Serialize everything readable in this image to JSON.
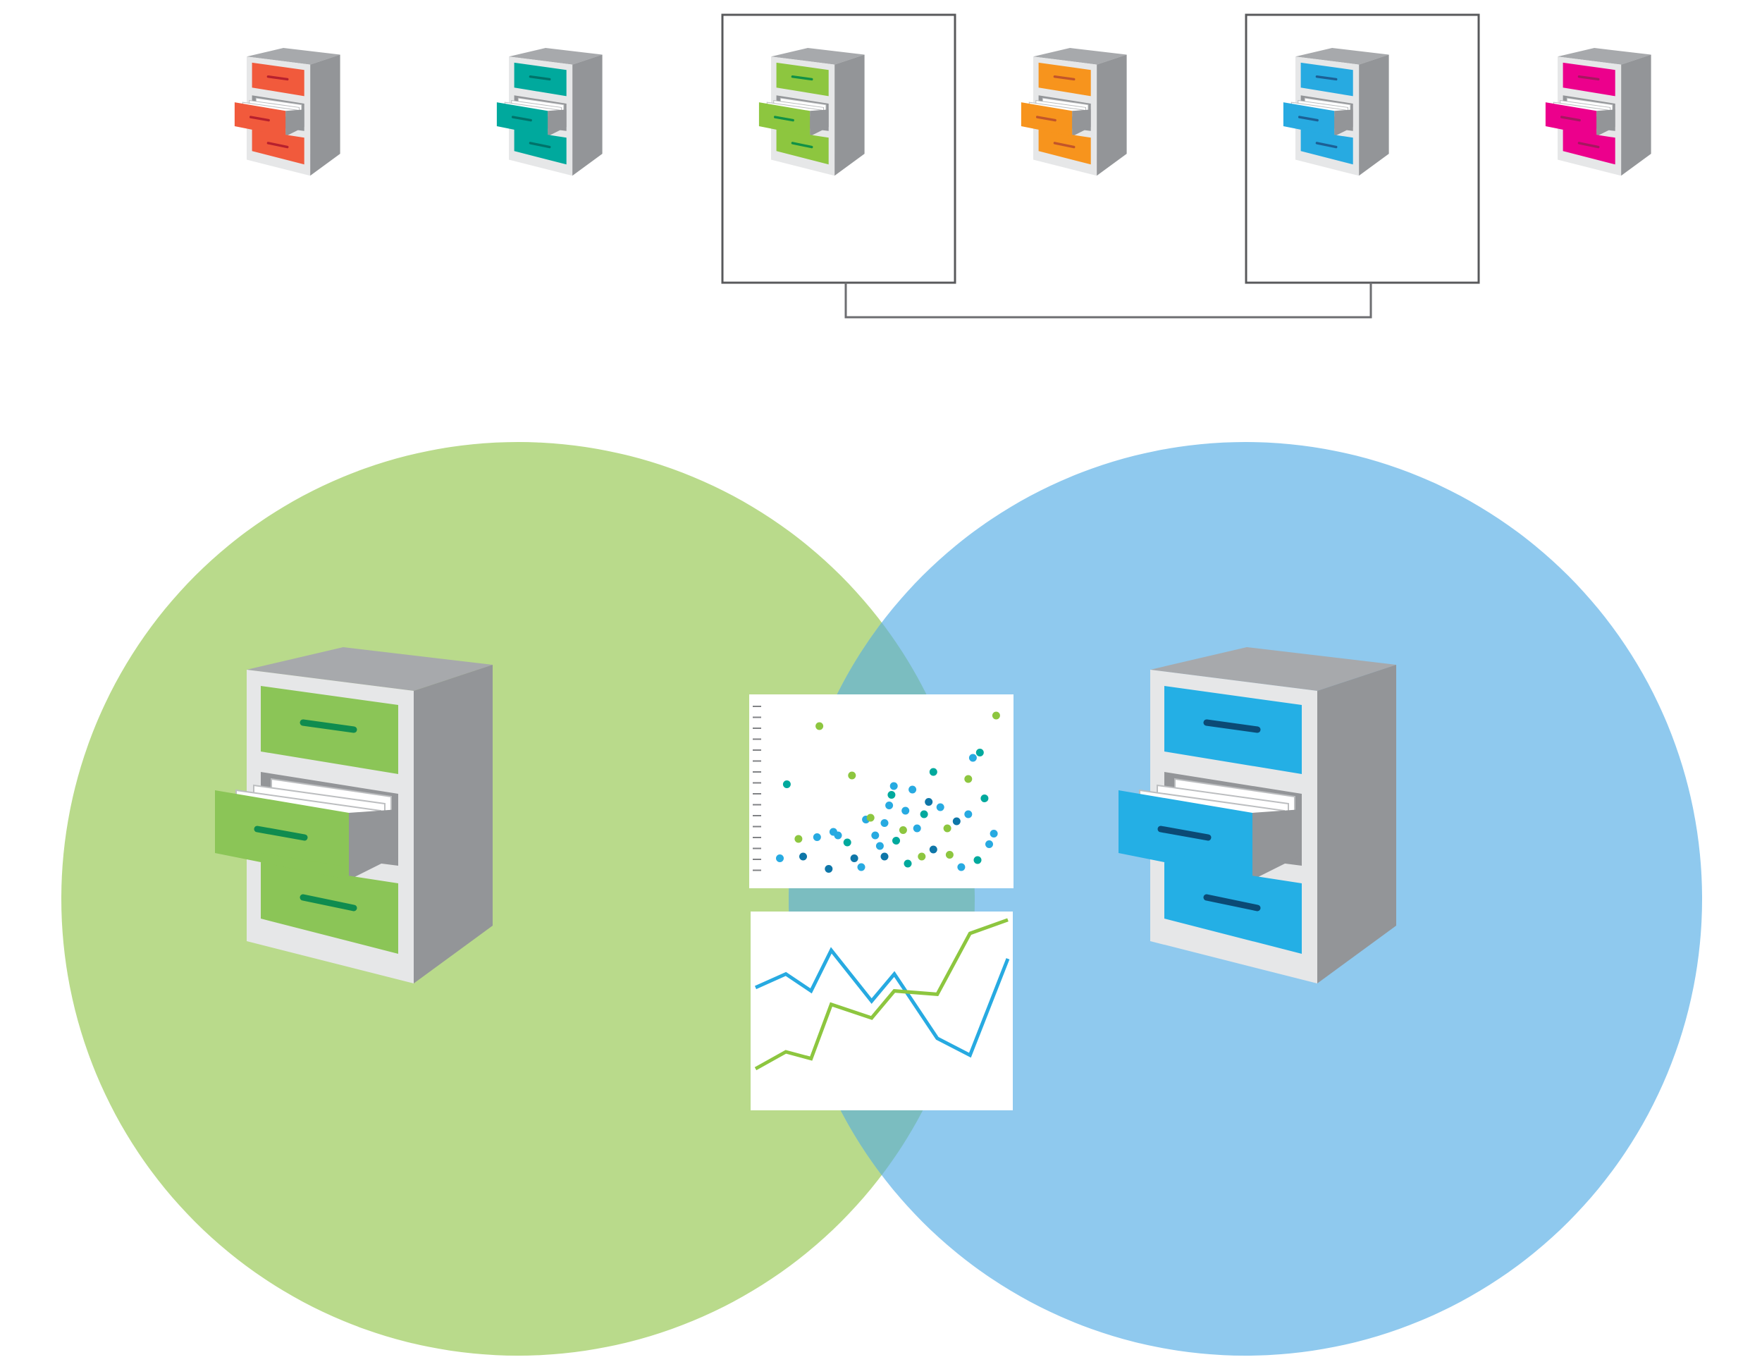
{
  "colors": {
    "background": "#ffffff",
    "cabinet_body": "#e6e7e8",
    "cabinet_top": "#a7a9ac",
    "cabinet_side": "#939598",
    "cabinet_slot": "#939598",
    "paper": "#ffffff",
    "paper_edge": "#bcbec0",
    "selection_frame": "#58595b",
    "connector": "#6d6e71",
    "circle_left": "#b9da8b",
    "circle_right": "#8fc9ee",
    "overlap": "#7bbdc0",
    "chart_background": "#ffffff",
    "tick_marks": "#808285"
  },
  "diagram": {
    "top_row": [
      {
        "name": "red-cabinet",
        "drawer": "#f15a3c",
        "handle": "#b7202e",
        "selected": false
      },
      {
        "name": "teal-cabinet",
        "drawer": "#00a99d",
        "handle": "#00736a",
        "selected": false
      },
      {
        "name": "green-cabinet",
        "drawer": "#8dc63f",
        "handle": "#109146",
        "selected": true
      },
      {
        "name": "orange-cabinet",
        "drawer": "#f7941d",
        "handle": "#c2552a",
        "selected": false
      },
      {
        "name": "blue-cabinet",
        "drawer": "#27aae1",
        "handle": "#1c5f95",
        "selected": true
      },
      {
        "name": "magenta-cabinet",
        "drawer": "#ec008c",
        "handle": "#a5175f",
        "selected": false
      }
    ],
    "merged": {
      "left_cabinet": {
        "drawer": "#8bc557",
        "handle": "#0f8c4f"
      },
      "right_cabinet": {
        "drawer": "#24afe5",
        "handle": "#0b4a75"
      }
    },
    "scatter_icon": {
      "points": [
        {
          "x": 0.22,
          "y": 0.88,
          "c": "#8dc63f"
        },
        {
          "x": 0.08,
          "y": 0.55,
          "c": "#00a99d"
        },
        {
          "x": 0.13,
          "y": 0.24,
          "c": "#8dc63f"
        },
        {
          "x": 0.21,
          "y": 0.25,
          "c": "#27aae1"
        },
        {
          "x": 0.26,
          "y": 0.07,
          "c": "#0e76a8"
        },
        {
          "x": 0.28,
          "y": 0.28,
          "c": "#27aae1"
        },
        {
          "x": 0.3,
          "y": 0.26,
          "c": "#27aae1"
        },
        {
          "x": 0.34,
          "y": 0.22,
          "c": "#00a99d"
        },
        {
          "x": 0.37,
          "y": 0.13,
          "c": "#0e76a8"
        },
        {
          "x": 0.42,
          "y": 0.35,
          "c": "#27aae1"
        },
        {
          "x": 0.48,
          "y": 0.2,
          "c": "#27aae1"
        },
        {
          "x": 0.55,
          "y": 0.23,
          "c": "#00a99d"
        },
        {
          "x": 0.58,
          "y": 0.29,
          "c": "#8dc63f"
        },
        {
          "x": 0.64,
          "y": 0.3,
          "c": "#27aae1"
        },
        {
          "x": 0.67,
          "y": 0.38,
          "c": "#00a99d"
        },
        {
          "x": 0.69,
          "y": 0.45,
          "c": "#0e76a8"
        },
        {
          "x": 0.71,
          "y": 0.62,
          "c": "#00a99d"
        },
        {
          "x": 0.66,
          "y": 0.14,
          "c": "#8dc63f"
        },
        {
          "x": 0.71,
          "y": 0.18,
          "c": "#0e76a8"
        },
        {
          "x": 0.74,
          "y": 0.42,
          "c": "#27aae1"
        },
        {
          "x": 0.77,
          "y": 0.3,
          "c": "#8dc63f"
        },
        {
          "x": 0.81,
          "y": 0.34,
          "c": "#0e76a8"
        },
        {
          "x": 0.86,
          "y": 0.38,
          "c": "#27aae1"
        },
        {
          "x": 0.86,
          "y": 0.58,
          "c": "#8dc63f"
        },
        {
          "x": 0.93,
          "y": 0.47,
          "c": "#00a99d"
        },
        {
          "x": 0.97,
          "y": 0.27,
          "c": "#27aae1"
        },
        {
          "x": 0.05,
          "y": 0.13,
          "c": "#27aae1"
        },
        {
          "x": 0.4,
          "y": 0.08,
          "c": "#27aae1"
        },
        {
          "x": 0.5,
          "y": 0.14,
          "c": "#0e76a8"
        },
        {
          "x": 0.6,
          "y": 0.1,
          "c": "#00a99d"
        },
        {
          "x": 0.78,
          "y": 0.15,
          "c": "#8dc63f"
        },
        {
          "x": 0.83,
          "y": 0.08,
          "c": "#27aae1"
        },
        {
          "x": 0.9,
          "y": 0.12,
          "c": "#00a99d"
        },
        {
          "x": 0.95,
          "y": 0.21,
          "c": "#27aae1"
        },
        {
          "x": 0.98,
          "y": 0.94,
          "c": "#8dc63f"
        },
        {
          "x": 0.53,
          "y": 0.49,
          "c": "#00a99d"
        },
        {
          "x": 0.54,
          "y": 0.54,
          "c": "#27aae1"
        },
        {
          "x": 0.59,
          "y": 0.4,
          "c": "#27aae1"
        },
        {
          "x": 0.62,
          "y": 0.52,
          "c": "#27aae1"
        },
        {
          "x": 0.36,
          "y": 0.6,
          "c": "#8dc63f"
        },
        {
          "x": 0.44,
          "y": 0.36,
          "c": "#8dc63f"
        },
        {
          "x": 0.5,
          "y": 0.33,
          "c": "#27aae1"
        },
        {
          "x": 0.46,
          "y": 0.26,
          "c": "#27aae1"
        },
        {
          "x": 0.15,
          "y": 0.14,
          "c": "#0e76a8"
        },
        {
          "x": 0.91,
          "y": 0.73,
          "c": "#00a99d"
        },
        {
          "x": 0.88,
          "y": 0.7,
          "c": "#27aae1"
        },
        {
          "x": 0.52,
          "y": 0.43,
          "c": "#27aae1"
        }
      ]
    },
    "line_icon": {
      "series": [
        {
          "color": "#27aae1",
          "values": [
            0.58,
            0.66,
            0.56,
            0.8,
            0.5,
            0.66,
            0.28,
            0.18,
            0.75
          ]
        },
        {
          "color": "#8dc63f",
          "values": [
            0.1,
            0.2,
            0.16,
            0.48,
            0.4,
            0.56,
            0.54,
            0.9,
            0.98
          ]
        }
      ]
    }
  }
}
